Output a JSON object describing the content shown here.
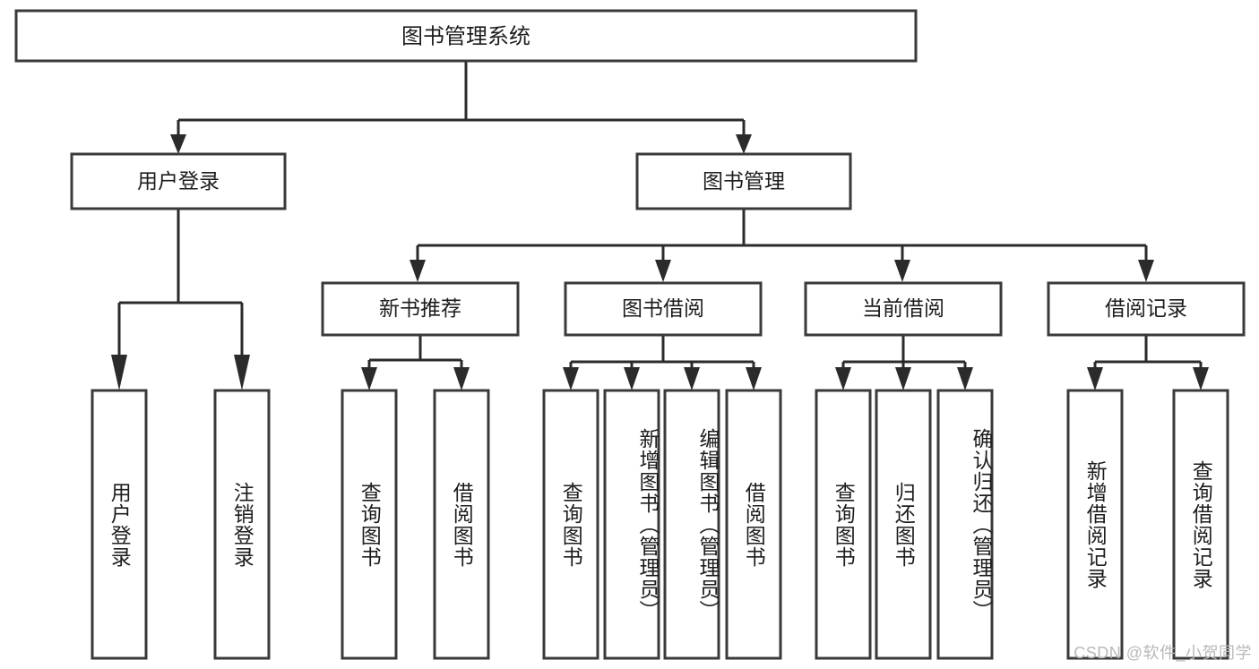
{
  "diagram": {
    "title": "图书管理系统",
    "type": "tree",
    "root": {
      "label": "图书管理系统"
    },
    "level2": [
      {
        "label": "用户登录"
      },
      {
        "label": "图书管理"
      }
    ],
    "level3": [
      {
        "label": "新书推荐",
        "parent": "图书管理"
      },
      {
        "label": "图书借阅",
        "parent": "图书管理"
      },
      {
        "label": "当前借阅",
        "parent": "图书管理"
      },
      {
        "label": "借阅记录",
        "parent": "图书管理"
      }
    ],
    "leaves": {
      "user_login": [
        {
          "label": "用户登录"
        },
        {
          "label": "注销登录"
        }
      ],
      "new_book_recommend": [
        {
          "label": "查询图书"
        },
        {
          "label": "借阅图书"
        }
      ],
      "book_borrow": [
        {
          "label": "查询图书"
        },
        {
          "label": "新增图书（管理员）"
        },
        {
          "label": "编辑图书（管理员）"
        },
        {
          "label": "借阅图书"
        }
      ],
      "current_borrow": [
        {
          "label": "查询图书"
        },
        {
          "label": "归还图书"
        },
        {
          "label": "确认归还（管理员）"
        }
      ],
      "borrow_record": [
        {
          "label": "新增借阅记录"
        },
        {
          "label": "查询借阅记录"
        }
      ]
    }
  },
  "watermark": {
    "text": "CSDN @软件_小贺同学"
  },
  "colors": {
    "background": "#ffffff",
    "box_fill": "#ffffff",
    "box_stroke": "#3a3a3a",
    "connector": "#2b2b2b",
    "text": "#1d1d1d",
    "watermark": "#b9b9b9"
  }
}
